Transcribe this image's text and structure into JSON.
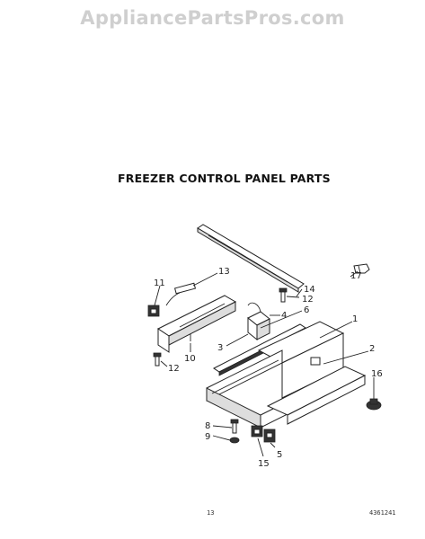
{
  "watermark": "AppliancePartsPros.com",
  "title": "FREEZER CONTROL PANEL PARTS",
  "callouts": {
    "c1": "1",
    "c2": "2",
    "c3": "3",
    "c4": "4",
    "c5": "5",
    "c6": "6",
    "c8": "8",
    "c9": "9",
    "c10": "10",
    "c11": "11",
    "c12a": "12",
    "c12b": "12",
    "c13": "13",
    "c14": "14",
    "c15": "15",
    "c16": "16",
    "c17": "17"
  },
  "footer": {
    "page": "13",
    "doc": "4361241"
  }
}
